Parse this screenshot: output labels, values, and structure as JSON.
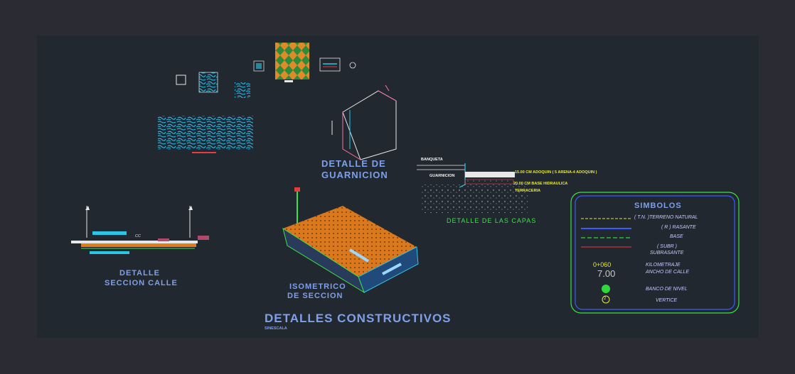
{
  "drawing": {
    "main_title": "DETALLES CONSTRUCTIVOS",
    "scale_label": "SINESCALA",
    "guarnicion_title_1": "DETALLE DE",
    "guarnicion_title_2": "GUARNICION",
    "capas_title": "DETALLE DE LAS CAPAS",
    "seccion_title_1": "DETALLE",
    "seccion_title_2": "SECCION CALLE",
    "isometrico_title_1": "ISOMETRICO",
    "isometrico_title_2": "DE SECCION",
    "seccion_axis_label": "CC"
  },
  "capas_labels": {
    "banqueta": "BANQUETA",
    "guarnicion": "GUARNICION",
    "layer1": "15.00 CM ADOQUIN ( 5 ARENA-4 ADOQUIN )",
    "layer2": "20.00 CM BASE HIDRAULICA",
    "layer3": "TERRACERIA"
  },
  "symbols": {
    "title": "SIMBOLOS",
    "items": [
      {
        "label": "( T.N. )TERRENO NATURAL",
        "color": "#e8e83c"
      },
      {
        "label": "( R ) RASANTE",
        "color": "#3a5cff"
      },
      {
        "label": "BASE",
        "color": "#2fd83a"
      },
      {
        "label_1": "( SUBR )",
        "label_2": "SUBRASANTE",
        "color": "#e83c3c"
      },
      {
        "label_1": "KILOMETRAJE",
        "label_2": "ANCHO DE CALLE",
        "km": "0+060",
        "ancho": "7.00"
      },
      {
        "label": "BANCO DE NIVEL"
      },
      {
        "label": "VERTICE",
        "marker": "2"
      }
    ]
  },
  "colors": {
    "background": "#2b2b34",
    "model_space": "#212830",
    "title_blue": "#7fa0e8",
    "frame_green": "#3ee04a",
    "cyan": "#2ec4e6",
    "orange": "#e07d1a"
  }
}
